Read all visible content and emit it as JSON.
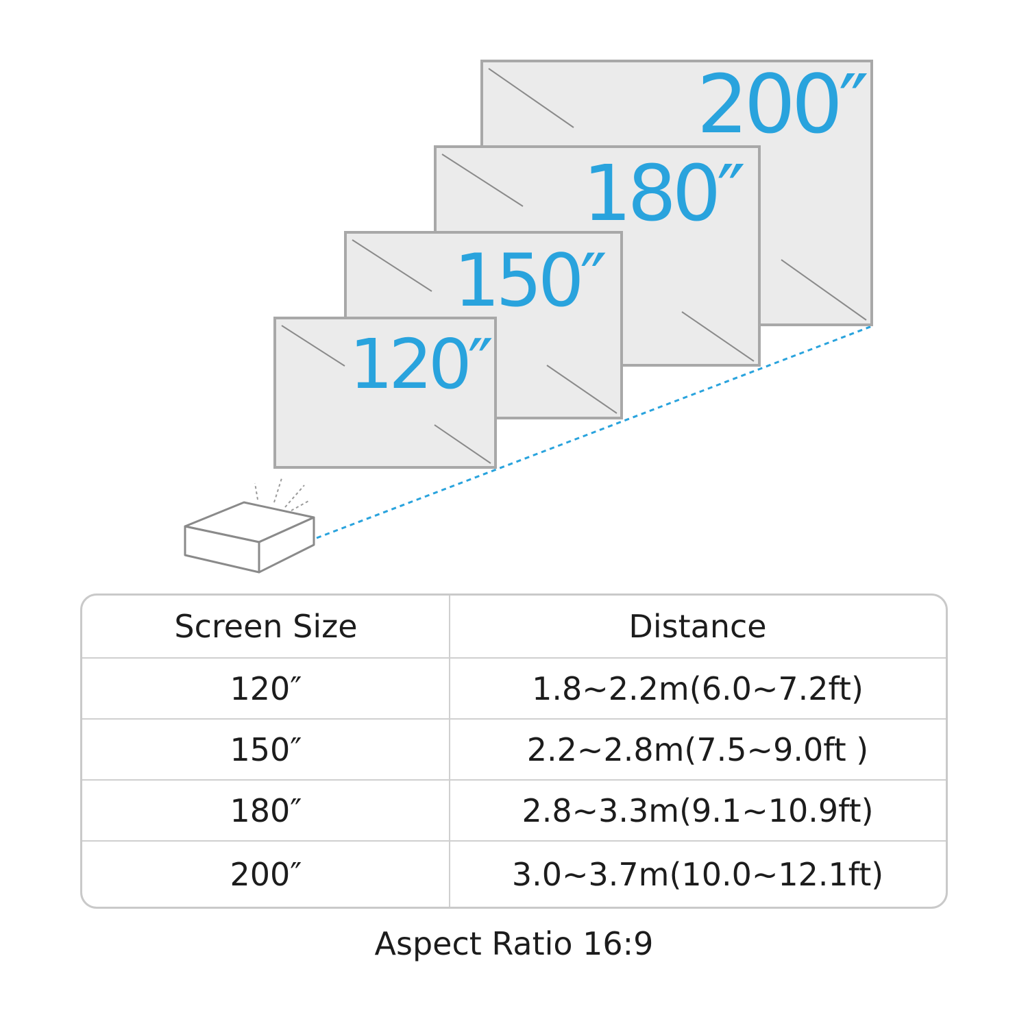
{
  "screens": [
    {
      "label": "120″"
    },
    {
      "label": "150″"
    },
    {
      "label": "180″"
    },
    {
      "label": "200″"
    }
  ],
  "table": {
    "headers": [
      "Screen Size",
      "Distance"
    ],
    "rows": [
      {
        "size": "120″",
        "distance": "1.8~2.2m(6.0~7.2ft)"
      },
      {
        "size": "150″",
        "distance": "2.2~2.8m(7.5~9.0ft )"
      },
      {
        "size": "180″",
        "distance": "2.8~3.3m(9.1~10.9ft)"
      },
      {
        "size": "200″",
        "distance": "3.0~3.7m(10.0~12.1ft)"
      }
    ]
  },
  "caption": "Aspect Ratio 16:9",
  "colors": {
    "accent": "#29a3dd",
    "screen_fill": "#ebebeb",
    "screen_border": "#a8a8a8",
    "text": "#1c1c1c"
  }
}
